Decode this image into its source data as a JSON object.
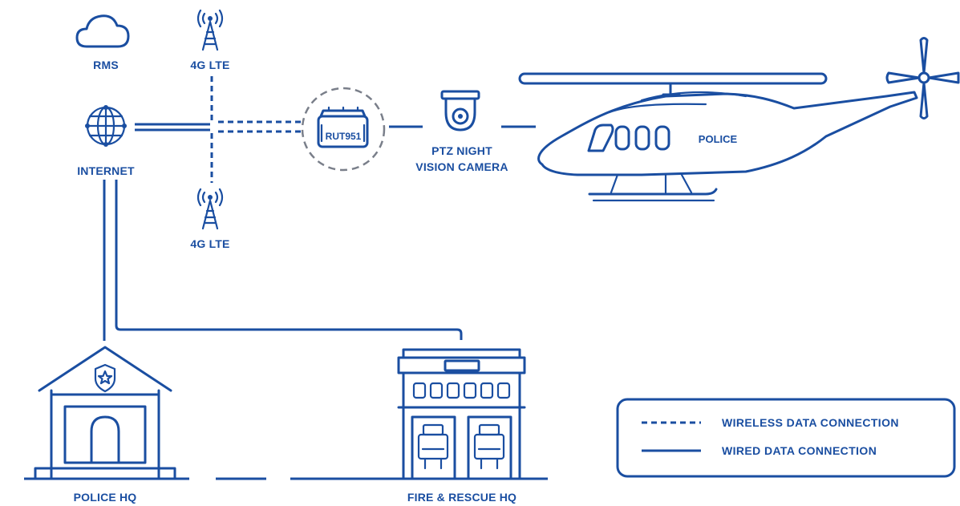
{
  "colors": {
    "primary": "#1a4ea1",
    "ring": "#7a7f8a",
    "background": "#ffffff"
  },
  "nodes": {
    "rms": {
      "label": "RMS",
      "icon": "cloud-icon"
    },
    "internet": {
      "label": "INTERNET",
      "icon": "globe-icon"
    },
    "lte_top": {
      "label": "4G LTE",
      "icon": "cell-tower-icon"
    },
    "lte_bottom": {
      "label": "4G LTE",
      "icon": "cell-tower-icon"
    },
    "router": {
      "label": "RUT951",
      "icon": "router-icon"
    },
    "camera": {
      "label_line1": "PTZ NIGHT",
      "label_line2": "VISION CAMERA",
      "icon": "ptz-camera-icon"
    },
    "helicopter": {
      "label": "POLICE",
      "icon": "helicopter-icon"
    },
    "police_hq": {
      "label": "POLICE HQ",
      "icon": "police-station-icon"
    },
    "fire_hq": {
      "label": "FIRE & RESCUE HQ",
      "icon": "fire-station-icon"
    }
  },
  "legend": {
    "wireless": "WIRELESS DATA CONNECTION",
    "wired": "WIRED DATA CONNECTION"
  }
}
